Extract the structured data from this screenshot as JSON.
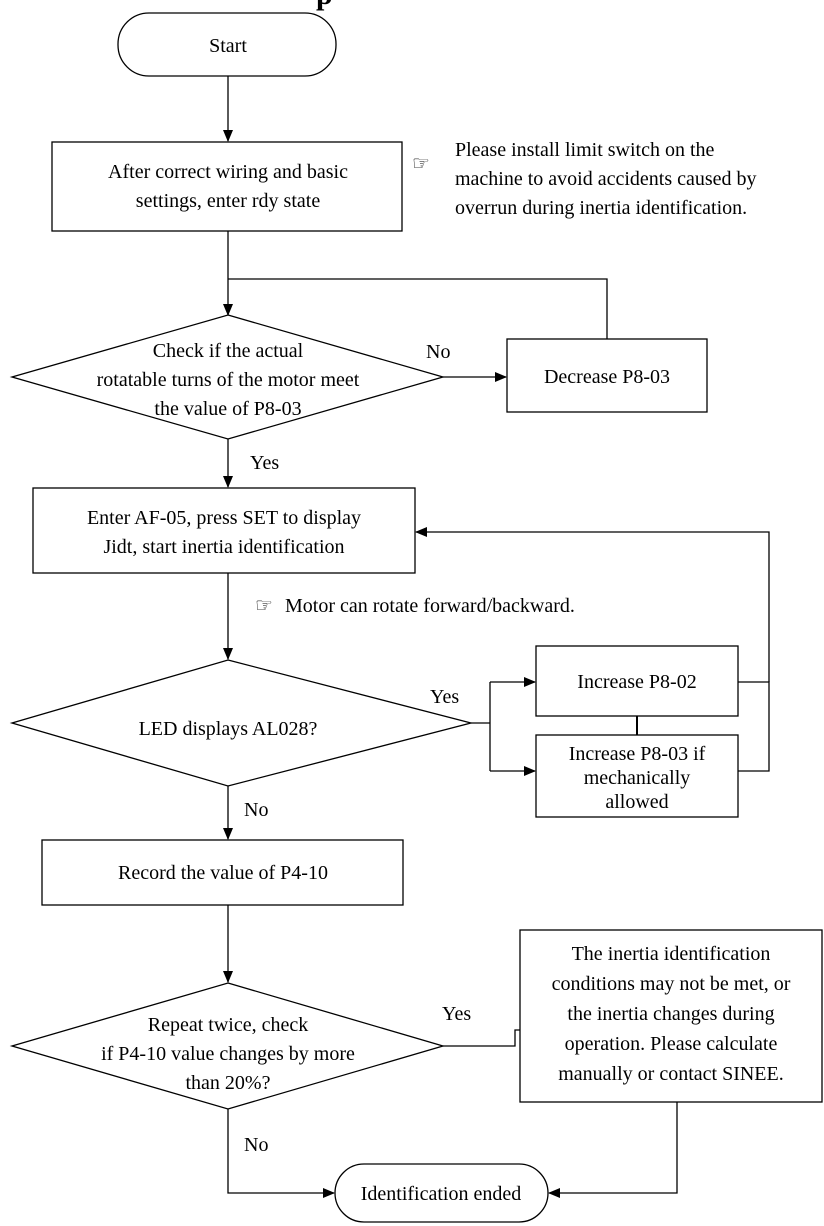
{
  "title_fragment": "p",
  "nodes": {
    "start": "Start",
    "enter_rdy": [
      "After correct wiring and basic",
      "settings, enter rdy state"
    ],
    "check_turns": [
      "Check if the actual",
      "rotatable turns of the motor meet",
      "the value of P8-03"
    ],
    "decrease_p803": "Decrease P8-03",
    "enter_af05": [
      "Enter AF-05, press SET to display",
      "Jidt, start inertia identification"
    ],
    "led_al028": "LED displays AL028?",
    "increase_p802": "Increase P8-02",
    "increase_p803": [
      "Increase P8-03 if",
      "mechanically",
      "allowed"
    ],
    "record_p410": "Record the value of P4-10",
    "repeat_check": [
      "Repeat twice, check",
      "if P4-10 value changes by more",
      "than 20%?"
    ],
    "conditions_note": [
      "The inertia identification",
      "conditions may not be met, or",
      "the inertia changes during",
      "operation. Please calculate",
      "manually or contact SINEE."
    ],
    "end": "Identification ended"
  },
  "notes": {
    "limit_switch": [
      "Please install limit switch on the",
      "machine to avoid accidents caused by",
      "overrun during inertia identification."
    ],
    "motor_rotate": "Motor can rotate forward/backward."
  },
  "labels": {
    "no": "No",
    "yes": "Yes"
  },
  "icons": {
    "note": "pointing-hand-icon",
    "note_glyph": "☞"
  }
}
